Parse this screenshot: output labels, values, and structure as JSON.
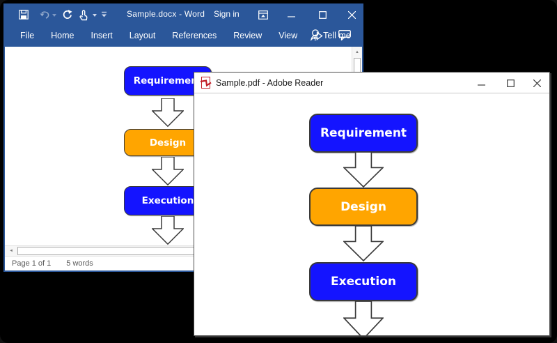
{
  "word_window": {
    "title": "Sample.docx - Word",
    "sign_in": "Sign in",
    "tabs": [
      "File",
      "Home",
      "Insert",
      "Layout",
      "References",
      "Review",
      "View"
    ],
    "tell_me": "Tell me",
    "status_bar": {
      "page_info": "Page 1 of 1",
      "word_count": "5 words"
    },
    "scroll": {
      "up_glyph": "▲",
      "left_glyph": "◄"
    }
  },
  "pdf_window": {
    "title": "Sample.pdf - Adobe Reader"
  },
  "flowchart": {
    "steps": [
      {
        "label": "Requirement",
        "color": "#1414ff"
      },
      {
        "label": "Design",
        "color": "#ffa500"
      },
      {
        "label": "Execution",
        "color": "#1414ff"
      }
    ],
    "text_color": "#ffffff",
    "border_color": "#3a3a3a"
  },
  "colors": {
    "word_titlebar_blue": "#2b579a",
    "background": "#000000",
    "pdf_titlebar": "#ffffff"
  }
}
